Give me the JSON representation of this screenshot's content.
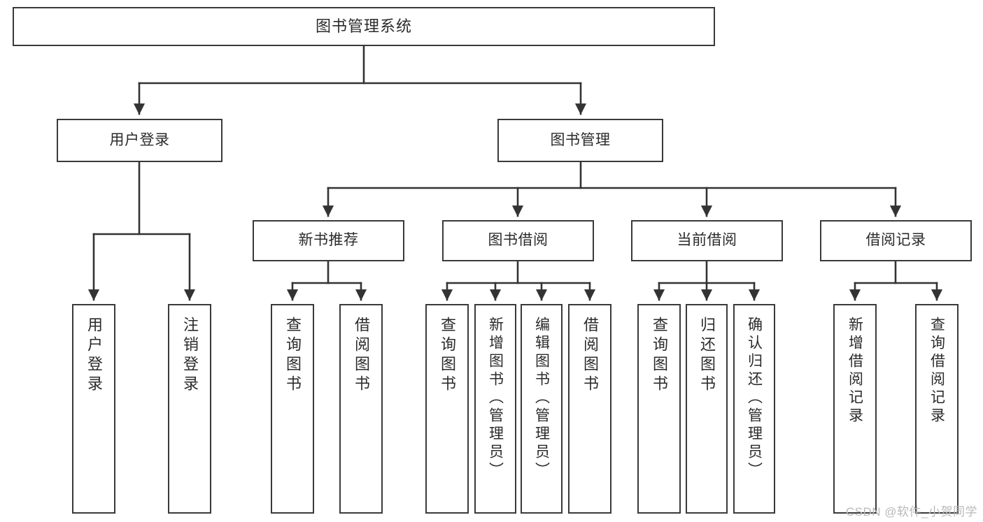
{
  "diagram": {
    "type": "tree",
    "title": "图书管理系统",
    "orientation": "top-down",
    "colors": {
      "box_border": "#3a3a3a",
      "box_fill": "#ffffff",
      "edge": "#333333",
      "text": "#2b2b2b",
      "watermark": "#b9b9b9"
    },
    "root": {
      "id": "root",
      "label": "图书管理系统"
    },
    "level2": [
      {
        "id": "user-login",
        "label": "用户登录"
      },
      {
        "id": "book-manage",
        "label": "图书管理"
      }
    ],
    "level3": [
      {
        "id": "new-book-rec",
        "label": "新书推荐",
        "parent": "book-manage"
      },
      {
        "id": "book-borrow",
        "label": "图书借阅",
        "parent": "book-manage"
      },
      {
        "id": "current-borrow",
        "label": "当前借阅",
        "parent": "book-manage"
      },
      {
        "id": "borrow-record",
        "label": "借阅记录",
        "parent": "book-manage"
      }
    ],
    "leaves": [
      {
        "id": "leaf-user-login",
        "label": "用户登录",
        "parent": "user-login"
      },
      {
        "id": "leaf-logout",
        "label": "注销登录",
        "parent": "user-login"
      },
      {
        "id": "leaf-query-book-1",
        "label": "查询图书",
        "parent": "new-book-rec"
      },
      {
        "id": "leaf-borrow-book-1",
        "label": "借阅图书",
        "parent": "new-book-rec"
      },
      {
        "id": "leaf-query-book-2",
        "label": "查询图书",
        "parent": "book-borrow"
      },
      {
        "id": "leaf-add-book",
        "label": "新增图书（管理员）",
        "parent": "book-borrow"
      },
      {
        "id": "leaf-edit-book",
        "label": "编辑图书（管理员）",
        "parent": "book-borrow"
      },
      {
        "id": "leaf-borrow-book-2",
        "label": "借阅图书",
        "parent": "book-borrow"
      },
      {
        "id": "leaf-query-book-3",
        "label": "查询图书",
        "parent": "current-borrow"
      },
      {
        "id": "leaf-return-book",
        "label": "归还图书",
        "parent": "current-borrow"
      },
      {
        "id": "leaf-confirm-return",
        "label": "确认归还（管理员）",
        "parent": "current-borrow"
      },
      {
        "id": "leaf-add-record",
        "label": "新增借阅记录",
        "parent": "borrow-record"
      },
      {
        "id": "leaf-query-record",
        "label": "查询借阅记录",
        "parent": "borrow-record"
      }
    ]
  },
  "watermark": {
    "text": "CSDN @软件_小贺同学"
  }
}
